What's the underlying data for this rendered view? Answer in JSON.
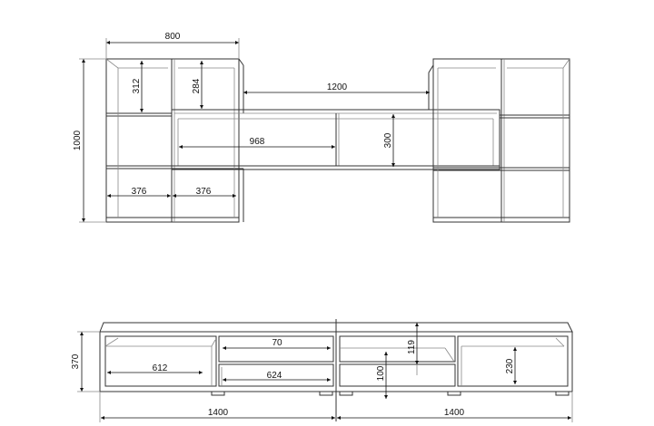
{
  "wall_unit": {
    "width_total": "800",
    "height_total": "1000",
    "gap_width": "1200",
    "shelf_width": "968",
    "shelf_height": "300",
    "top_cell_height_left": "312",
    "top_cell_height_right": "284",
    "cell_width_left": "376",
    "cell_width_right": "376"
  },
  "tv_unit": {
    "height": "370",
    "niche_depth": "70",
    "drawer_inner_width": "624",
    "drawer_left_width": "612",
    "top_gap": "119",
    "leg_height": "100",
    "drawer_height": "230",
    "half_width_left": "1400",
    "half_width_right": "1400"
  }
}
